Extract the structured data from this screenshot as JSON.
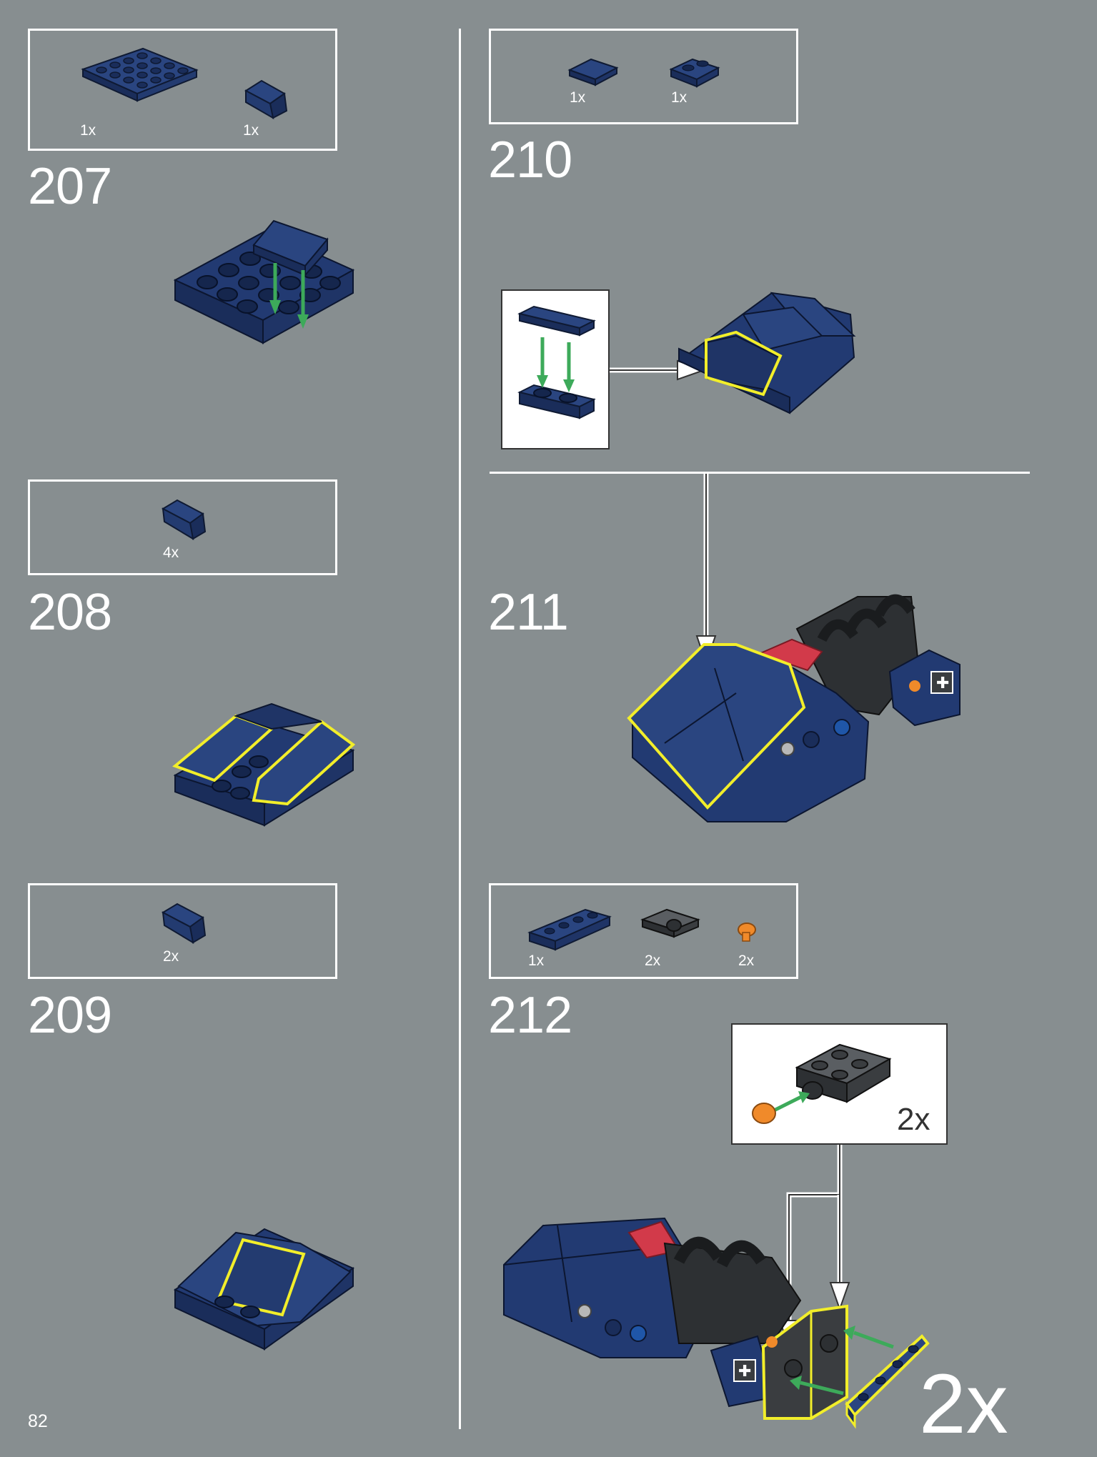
{
  "page_number": "82",
  "colors": {
    "background": "#878e90",
    "dark_blue": "#1f3466",
    "highlight": "#f2ee2a",
    "arrow_green": "#3daa5a",
    "trans_red": "#d23a4a",
    "orange": "#f08a2a",
    "dark_gray": "#3a3d40"
  },
  "steps": [
    {
      "number": "207",
      "parts": [
        {
          "icon": "plate-4x4-icon",
          "qty": "1x"
        },
        {
          "icon": "slope-tile-icon",
          "qty": "1x"
        }
      ]
    },
    {
      "number": "208",
      "parts": [
        {
          "icon": "slope-tile-icon",
          "qty": "4x"
        }
      ]
    },
    {
      "number": "209",
      "parts": [
        {
          "icon": "slope-tile-icon",
          "qty": "2x"
        }
      ]
    },
    {
      "number": "210",
      "parts": [
        {
          "icon": "tile-1x2-icon",
          "qty": "1x"
        },
        {
          "icon": "plate-1x2-icon",
          "qty": "1x"
        }
      ]
    },
    {
      "number": "211",
      "parts": []
    },
    {
      "number": "212",
      "parts": [
        {
          "icon": "plate-1x4-icon",
          "qty": "1x"
        },
        {
          "icon": "bracket-plate-icon",
          "qty": "2x"
        },
        {
          "icon": "pin-orange-icon",
          "qty": "2x"
        }
      ],
      "inset_qty": "2x",
      "assembly_qty": "2x"
    }
  ]
}
